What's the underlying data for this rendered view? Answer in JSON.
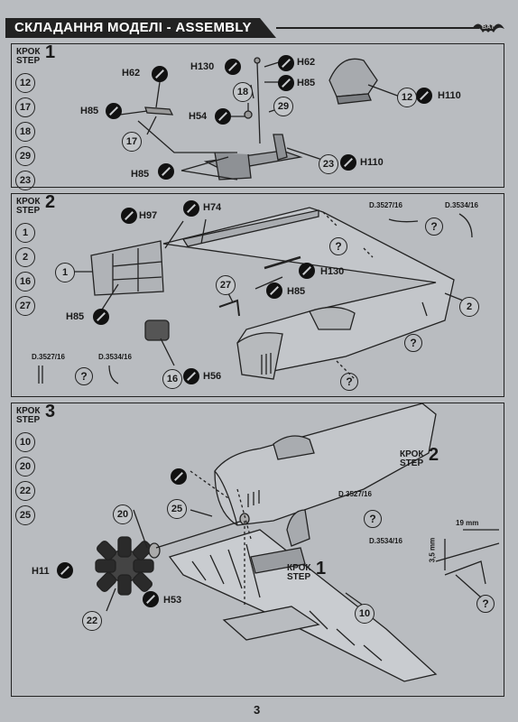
{
  "header": {
    "title": "СКЛАДАННЯ МОДЕЛІ - ASSEMBLY",
    "logo_text": "BAT"
  },
  "steps": [
    {
      "label_ua": "КРОК",
      "label_en": "STEP",
      "number": "1",
      "parts": [
        "12",
        "17",
        "18",
        "29",
        "23"
      ],
      "labels": [
        "H62",
        "H130",
        "H62",
        "H85",
        "H85",
        "H54",
        "H85",
        "H110",
        "H110"
      ],
      "callouts": [
        "17",
        "18",
        "29",
        "12",
        "23"
      ]
    },
    {
      "label_ua": "КРОК",
      "label_en": "STEP",
      "number": "2",
      "parts": [
        "1",
        "2",
        "16",
        "27"
      ],
      "labels": [
        "H97",
        "H74",
        "H130",
        "H85",
        "H85",
        "H56"
      ],
      "callouts": [
        "1",
        "27",
        "2",
        "16"
      ],
      "refs": [
        "D.3527/16",
        "D.3534/16",
        "D.3527/16",
        "D.3534/16"
      ]
    },
    {
      "label_ua": "КРОК",
      "label_en": "STEP",
      "number": "3",
      "parts": [
        "10",
        "20",
        "22",
        "25"
      ],
      "labels": [
        "H11",
        "H53"
      ],
      "callouts": [
        "20",
        "25",
        "22",
        "10"
      ],
      "refs": [
        "D.3527/16",
        "D.3534/16"
      ],
      "crossref_2": {
        "ua": "КРОК",
        "en": "STEP",
        "num": "2"
      },
      "crossref_1": {
        "ua": "КРОК",
        "en": "STEP",
        "num": "1"
      },
      "dims": [
        "19 mm",
        "3,5 mm"
      ]
    }
  ],
  "page_number": "3"
}
